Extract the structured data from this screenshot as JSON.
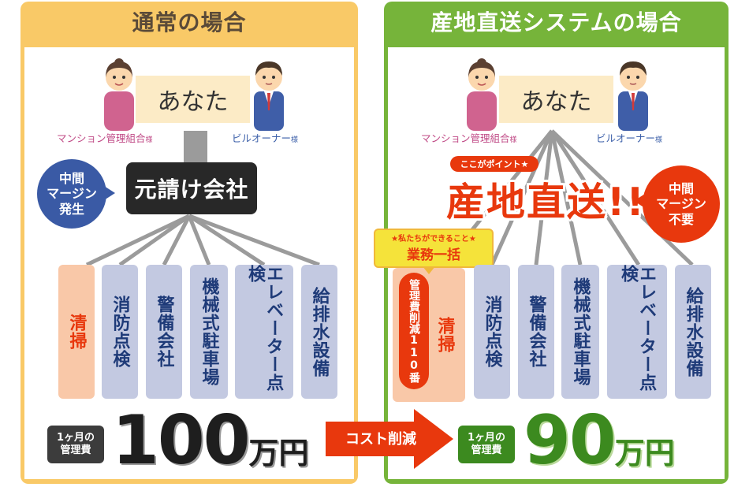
{
  "colors": {
    "left_accent": "#f9c967",
    "right_accent": "#76b43a",
    "red": "#e8380d",
    "blue": "#3a5aa5",
    "card_blue": "#c3c9e1",
    "card_orange": "#f9c8a8"
  },
  "left": {
    "title": "通常の場合",
    "you": "あなた",
    "caption_pink": "マンション管理組合",
    "caption_pink_suffix": "様",
    "caption_blue": "ビルオーナー",
    "caption_blue_suffix": "様",
    "contractor": "元請け会社",
    "margin_bubble": [
      "中間",
      "マージン",
      "発生"
    ],
    "services": [
      "清掃",
      "消防点検",
      "警備会社",
      "機械式駐車場",
      "エレベーター点検",
      "給排水設備"
    ],
    "fee_label": [
      "1ヶ月の",
      "管理費"
    ],
    "amount": "100",
    "unit": "万円"
  },
  "arrow_label": "コスト削減",
  "right": {
    "title": "産地直送システムの場合",
    "you": "あなた",
    "caption_pink": "マンション管理組合",
    "caption_pink_suffix": "様",
    "caption_blue": "ビルオーナー",
    "caption_blue_suffix": "様",
    "point_label": "ここがポイント★",
    "direct_label": "産地直送!!",
    "margin_bubble": [
      "中間",
      "マージン",
      "不要"
    ],
    "work_small": "★私たちができること★",
    "work_big": "業務一括",
    "mgmt_tag": "管理費削減110番",
    "services": [
      "清掃",
      "消防点検",
      "警備会社",
      "機械式駐車場",
      "エレベーター点検",
      "給排水設備"
    ],
    "fee_label": [
      "1ヶ月の",
      "管理費"
    ],
    "amount": "90",
    "unit": "万円"
  }
}
